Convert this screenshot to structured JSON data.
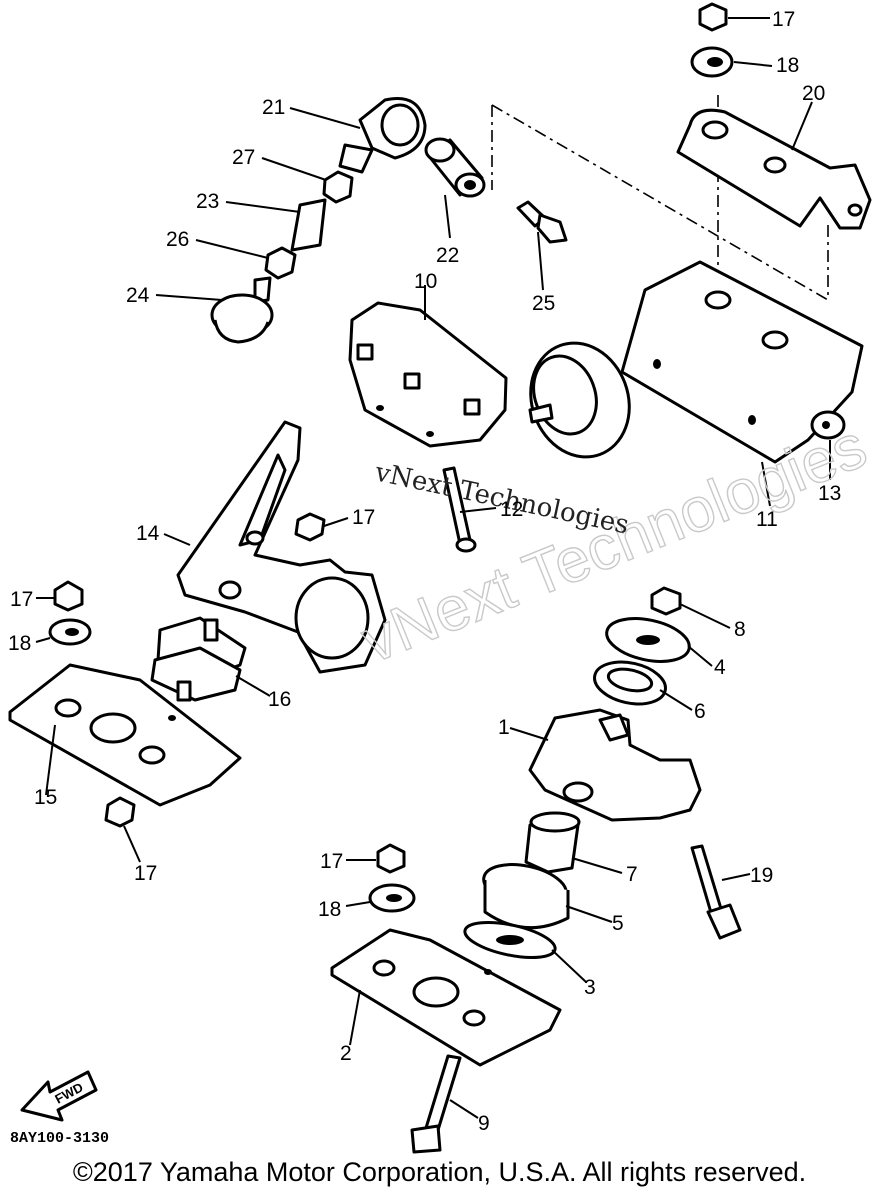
{
  "diagram": {
    "drawing_code": "8AY100-3130",
    "copyright": "©2017 Yamaha Motor Corporation, U.S.A. All rights reserved.",
    "watermark_small": "vNext Technologies",
    "watermark_large": "vNext Technologies",
    "fwd_label": "FWD",
    "callouts": [
      {
        "id": "c21",
        "label": "21"
      },
      {
        "id": "c27",
        "label": "27"
      },
      {
        "id": "c23",
        "label": "23"
      },
      {
        "id": "c26",
        "label": "26"
      },
      {
        "id": "c24",
        "label": "24"
      },
      {
        "id": "c22",
        "label": "22"
      },
      {
        "id": "c25",
        "label": "25"
      },
      {
        "id": "c10",
        "label": "10"
      },
      {
        "id": "c17a",
        "label": "17"
      },
      {
        "id": "c18a",
        "label": "18"
      },
      {
        "id": "c20",
        "label": "20"
      },
      {
        "id": "c11",
        "label": "11"
      },
      {
        "id": "c13",
        "label": "13"
      },
      {
        "id": "c12",
        "label": "12"
      },
      {
        "id": "c14",
        "label": "14"
      },
      {
        "id": "c17b",
        "label": "17"
      },
      {
        "id": "c17c",
        "label": "17"
      },
      {
        "id": "c18b",
        "label": "18"
      },
      {
        "id": "c16",
        "label": "16"
      },
      {
        "id": "c15",
        "label": "15"
      },
      {
        "id": "c17d",
        "label": "17"
      },
      {
        "id": "c8",
        "label": "8"
      },
      {
        "id": "c4",
        "label": "4"
      },
      {
        "id": "c6",
        "label": "6"
      },
      {
        "id": "c1",
        "label": "1"
      },
      {
        "id": "c7",
        "label": "7"
      },
      {
        "id": "c19",
        "label": "19"
      },
      {
        "id": "c17e",
        "label": "17"
      },
      {
        "id": "c18c",
        "label": "18"
      },
      {
        "id": "c5",
        "label": "5"
      },
      {
        "id": "c3",
        "label": "3"
      },
      {
        "id": "c2",
        "label": "2"
      },
      {
        "id": "c9",
        "label": "9"
      }
    ]
  }
}
